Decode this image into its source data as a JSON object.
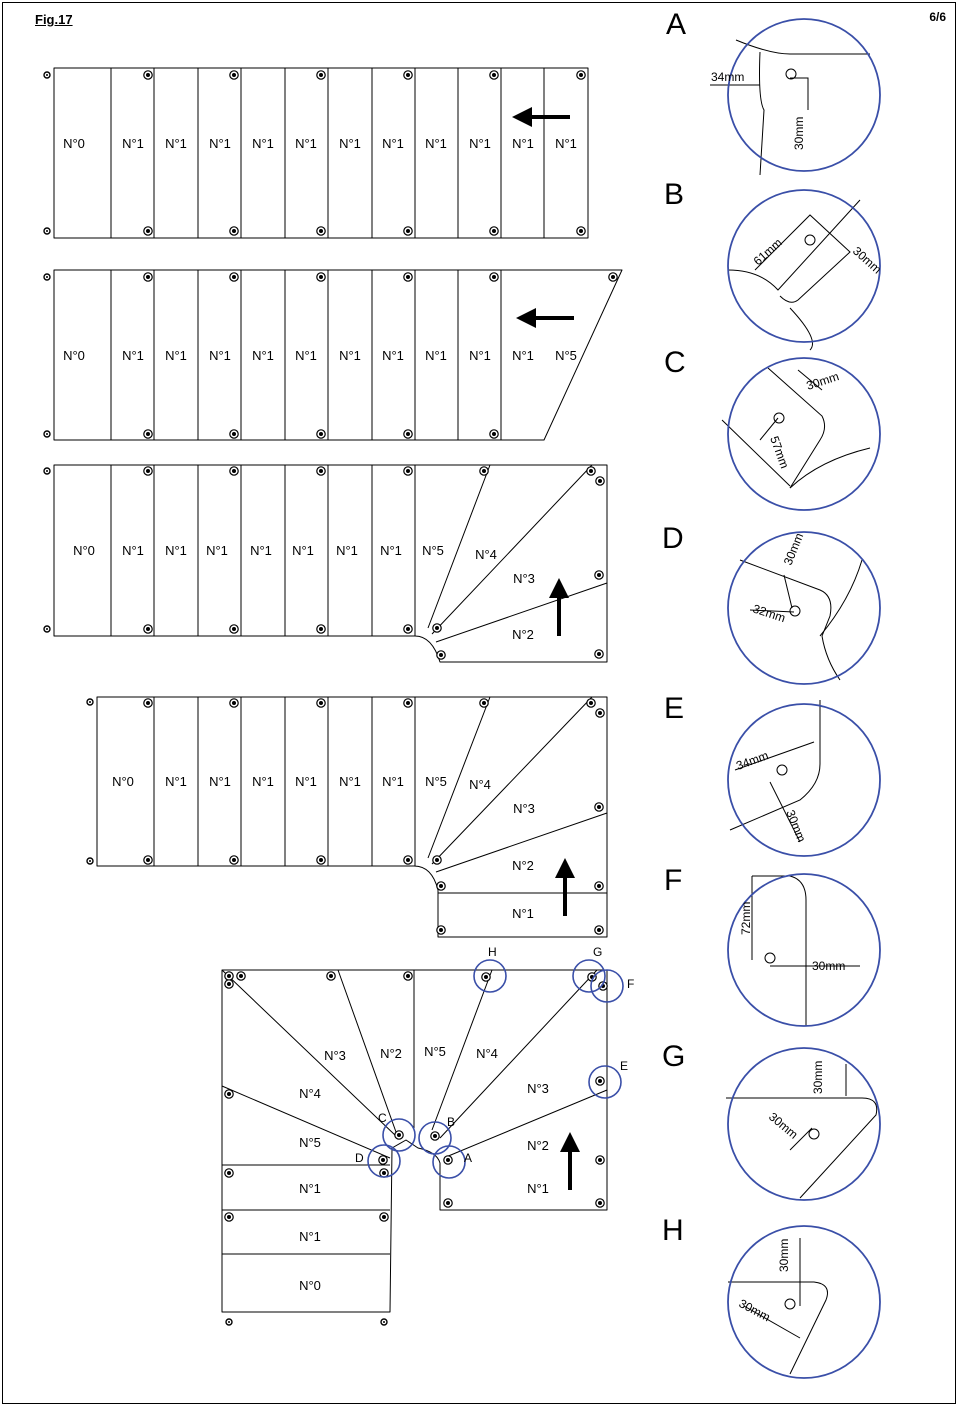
{
  "figure": {
    "label": "Fig.17",
    "page": "6/6"
  },
  "step_labels": {
    "n0": "N°0",
    "n1": "N°1",
    "n2": "N°2",
    "n3": "N°3",
    "n4": "N°4",
    "n5": "N°5"
  },
  "detail_marker_letters": [
    "H",
    "G",
    "F",
    "E",
    "C",
    "B",
    "D",
    "A"
  ],
  "details": [
    {
      "letter": "A",
      "dims": [
        "34mm",
        "30mm"
      ]
    },
    {
      "letter": "B",
      "dims": [
        "61mm",
        "30mm"
      ]
    },
    {
      "letter": "C",
      "dims": [
        "30mm",
        "57mm"
      ]
    },
    {
      "letter": "D",
      "dims": [
        "30mm",
        "32mm"
      ]
    },
    {
      "letter": "E",
      "dims": [
        "34mm",
        "30mm"
      ]
    },
    {
      "letter": "F",
      "dims": [
        "72mm",
        "30mm"
      ]
    },
    {
      "letter": "G",
      "dims": [
        "30mm",
        "30mm"
      ]
    },
    {
      "letter": "H",
      "dims": [
        "30mm",
        "30mm"
      ]
    }
  ]
}
